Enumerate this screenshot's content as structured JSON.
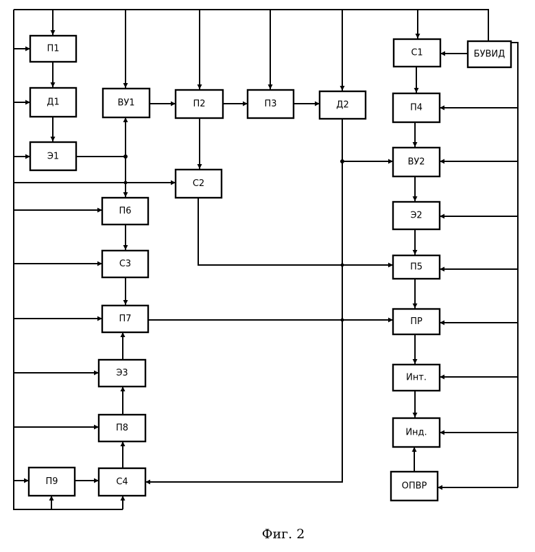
{
  "nodes": [
    {
      "id": "p1",
      "label": "П1"
    },
    {
      "id": "d1",
      "label": "Д1"
    },
    {
      "id": "e1",
      "label": "Э1"
    },
    {
      "id": "vu1",
      "label": "ВУ1"
    },
    {
      "id": "p2",
      "label": "П2"
    },
    {
      "id": "p3",
      "label": "П3"
    },
    {
      "id": "d2",
      "label": "Д2"
    },
    {
      "id": "c2",
      "label": "С2"
    },
    {
      "id": "p6",
      "label": "П6"
    },
    {
      "id": "c3",
      "label": "С3"
    },
    {
      "id": "p7",
      "label": "П7"
    },
    {
      "id": "e3",
      "label": "Э3"
    },
    {
      "id": "p8",
      "label": "П8"
    },
    {
      "id": "p9",
      "label": "П9"
    },
    {
      "id": "c4",
      "label": "С4"
    },
    {
      "id": "c1",
      "label": "С1"
    },
    {
      "id": "buvid",
      "label": "БУВИД"
    },
    {
      "id": "p4",
      "label": "П4"
    },
    {
      "id": "vu2",
      "label": "ВУ2"
    },
    {
      "id": "e2",
      "label": "Э2"
    },
    {
      "id": "p5",
      "label": "П5"
    },
    {
      "id": "pr",
      "label": "ПР"
    },
    {
      "id": "int",
      "label": "Инт."
    },
    {
      "id": "ind",
      "label": "Инд."
    },
    {
      "id": "opvr",
      "label": "ОПВР"
    }
  ],
  "caption": "Фиг. 2"
}
